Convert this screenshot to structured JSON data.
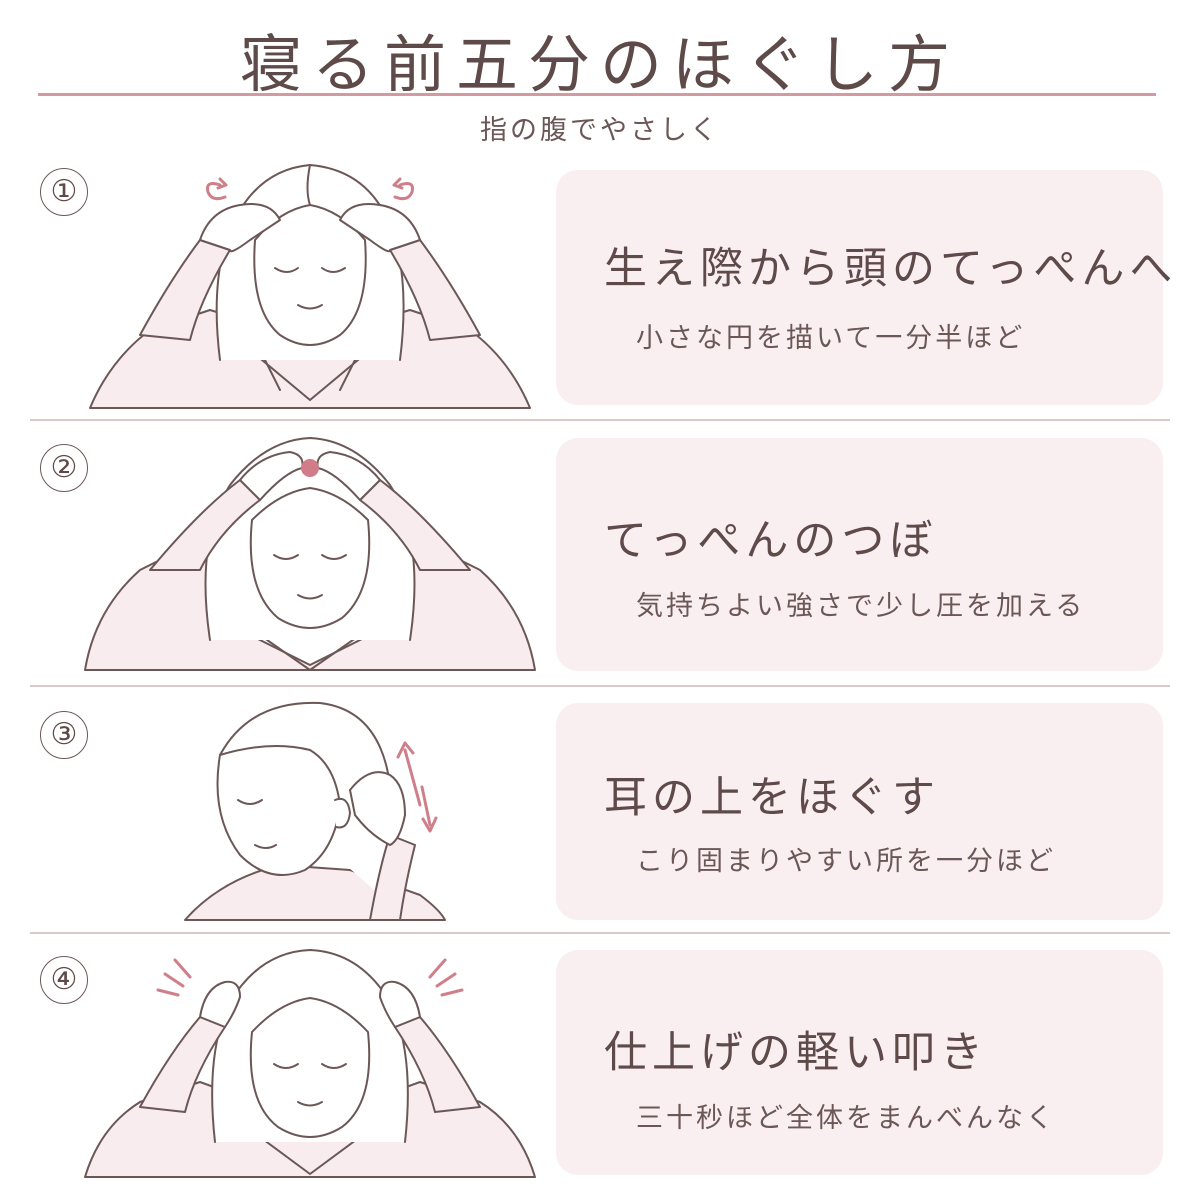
{
  "title": "寝る前五分のほぐし方",
  "subtitle": "指の腹でやさしく",
  "colors": {
    "accent": "#d39aa1",
    "card_background": "#f9eff0",
    "text": "#5e4a48",
    "marker": "#d07c89"
  },
  "steps": [
    {
      "number": "①",
      "title": "生え際から頭のてっぺんへ",
      "description": "小さな円を描いて一分半ほど",
      "illustration": "woman-massaging-hairline-icon"
    },
    {
      "number": "②",
      "title": "てっぺんのつぼ",
      "description": "気持ちよい強さで少し圧を加える",
      "illustration": "woman-pressing-crown-icon"
    },
    {
      "number": "③",
      "title": "耳の上をほぐす",
      "description": "こり固まりやすい所を一分ほど",
      "illustration": "woman-massaging-above-ear-icon"
    },
    {
      "number": "④",
      "title": "仕上げの軽い叩き",
      "description": "三十秒ほど全体をまんべんなく",
      "illustration": "woman-tapping-head-icon"
    }
  ]
}
